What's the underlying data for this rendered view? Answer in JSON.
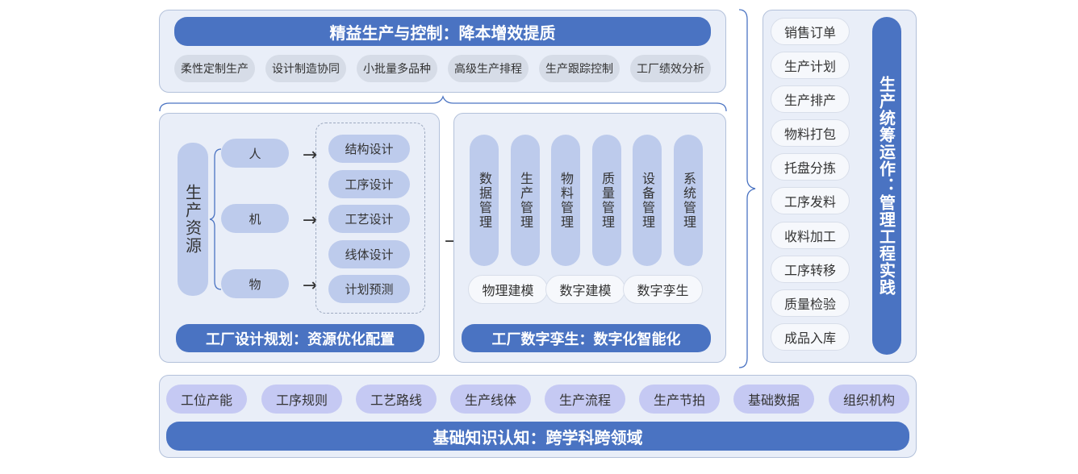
{
  "top": {
    "title": "精益生产与控制：降本增效提质",
    "tags": [
      "柔性定制生产",
      "设计制造协同",
      "小批量多品种",
      "高级生产排程",
      "生产跟踪控制",
      "工厂绩效分析"
    ]
  },
  "design": {
    "resource_label": "生产资源",
    "resources": [
      "人",
      "机",
      "物"
    ],
    "arrow": "→",
    "designs": [
      "结构设计",
      "工序设计",
      "工艺设计",
      "线体设计",
      "计划预测"
    ],
    "title": "工厂设计规划：资源优化配置"
  },
  "middle_arrow": "→",
  "twin": {
    "columns": [
      "数据管理",
      "生产管理",
      "物料管理",
      "质量管理",
      "设备管理",
      "系统管理"
    ],
    "models": [
      "物理建模",
      "数字建模",
      "数字孪生"
    ],
    "title": "工厂数字孪生：数字化智能化"
  },
  "right": {
    "items": [
      "销售订单",
      "生产计划",
      "生产排产",
      "物料打包",
      "托盘分拣",
      "工序发料",
      "收料加工",
      "工序转移",
      "质量检验",
      "成品入库"
    ],
    "title": "生产统筹运作：管理工程实践"
  },
  "bottom": {
    "items": [
      "工位产能",
      "工序规则",
      "工艺路线",
      "生产线体",
      "生产流程",
      "生产节拍",
      "基础数据",
      "组织机构"
    ],
    "title": "基础知识认知：跨学科跨领域"
  }
}
